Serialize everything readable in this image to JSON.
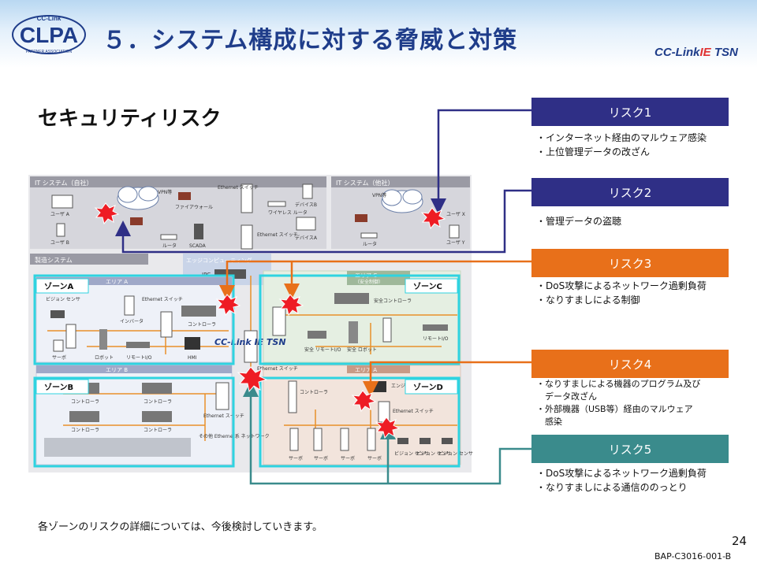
{
  "header": {
    "logo_text": "CLPA",
    "logo_sub": "CC-Link",
    "logo_ring": "PARTNER ASSOCIATION",
    "title": "５．システム構成に対する脅威と対策",
    "brand_prefix": "CC-Link",
    "brand_ie": "IE",
    "brand_suffix": " TSN"
  },
  "subtitle": "セキュリティリスク",
  "risks": [
    {
      "label": "リスク1",
      "color": "#2f2f86",
      "lines": [
        "・インターネット経由のマルウェア感染",
        "・上位管理データの改ざん"
      ]
    },
    {
      "label": "リスク2",
      "color": "#2f2f86",
      "lines": [
        "・管理データの盗聴"
      ]
    },
    {
      "label": "リスク3",
      "color": "#e8701a",
      "lines": [
        "・DoS攻撃によるネットワーク過剰負荷",
        "・なりすましによる制御"
      ]
    },
    {
      "label": "リスク4",
      "color": "#e8701a",
      "lines": [
        "・なりすましによる機器のプログラム及び",
        "　データ改ざん",
        "・外部機器（USB等）経由のマルウェア",
        "　感染"
      ]
    },
    {
      "label": "リスク5",
      "color": "#3a8b8c",
      "lines": [
        "・DoS攻撃によるネットワーク過剰負荷",
        "・なりすましによる通信ののっとり"
      ]
    }
  ],
  "diagram": {
    "it_self": "IT システム（自社）",
    "it_other": "IT システム（他社）",
    "manufacturing": "製造システム",
    "edge": "エッジコンピューティング",
    "ipc": "IPC",
    "area_a": "エリア A",
    "area_b": "エリア B",
    "area_c": "エリア C",
    "area_c_sub": "（安全制御）",
    "area_d": "エリア A",
    "zone_a": "ゾーンA",
    "zone_b": "ゾーンB",
    "zone_c": "ゾーンC",
    "zone_d": "ゾーンD",
    "vpn": "VPN等",
    "firewall": "ファイアウォール",
    "ethernet_switch": "Ethernet スイッチ",
    "wireless_router": "ワイヤレス ルータ",
    "device_b": "デバイスB",
    "device_a": "デバイスA",
    "user_a": "ユーザ A",
    "user_b": "ユーザ B",
    "user_x": "ユーザ X",
    "user_y": "ユーザ Y",
    "router": "ルータ",
    "scada": "SCADA",
    "vision_sensor": "ビジョン センサ",
    "inverter": "インバータ",
    "controller": "コントローラ",
    "servo": "サーボ",
    "robot": "ロボット",
    "remote_io": "リモートI/O",
    "hmi": "HMI",
    "safety_controller": "安全コントローラ",
    "safety_remote_io": "安全 リモートI/O",
    "safety_robot": "安全 ロボット",
    "engineering_tool": "エンジ ツール",
    "other_network": "その他 Ethernet系 ネットワーク",
    "cclink": "CC-Link IE TSN"
  },
  "footer": {
    "note": "各ゾーンのリスクの詳細については、今後検討していきます。",
    "page": "24",
    "doc_id": "BAP-C3016-001-B"
  }
}
